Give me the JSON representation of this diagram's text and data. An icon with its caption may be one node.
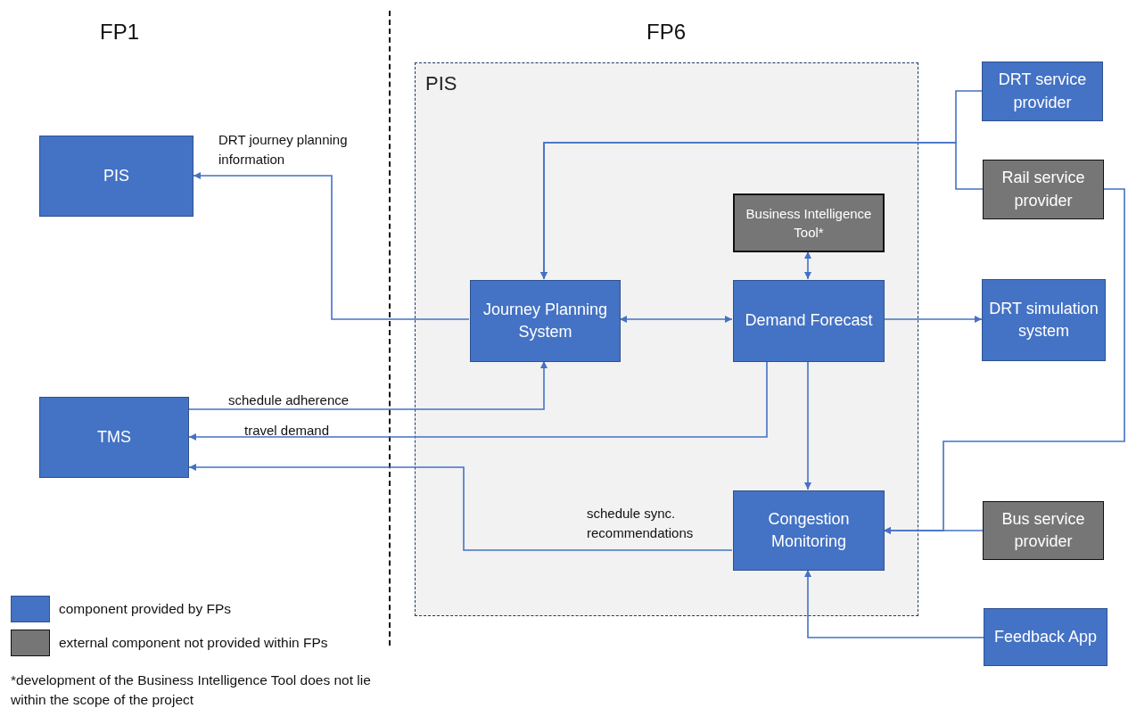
{
  "diagram": {
    "nodes": [
      {
        "text": [
          "PIS"
        ]
      },
      {
        "text": [
          "PIS"
        ]
      },
      {
        "text": [
          "TMS"
        ]
      },
      {
        "text": [
          "Journey Planning System"
        ],
        "in": 0
      },
      {
        "text": [
          "Business Intelligence Tool*"
        ],
        "in": 0
      },
      {
        "text": [
          "Demand Forecast"
        ],
        "in": 0
      },
      {
        "text": [
          "Congestion Monitoring"
        ],
        "in": 0
      },
      {
        "text": [
          "DRT service provider"
        ]
      },
      {
        "text": [
          "Rail service provider"
        ]
      },
      {
        "text": [
          "DRT simulation system"
        ]
      },
      {
        "text": [
          "Bus service provider"
        ]
      },
      {
        "text": [
          "Feedback App"
        ]
      }
    ],
    "edges": [
      {
        "from": 3,
        "to": 1,
        "arrow": "to",
        "label": "DRT journey planning information"
      },
      {
        "from": 7,
        "to": 3,
        "arrow": "to"
      },
      {
        "from": 8,
        "to": 3,
        "arrow": "to"
      },
      {
        "from": 5,
        "to": 4,
        "arrow": "both"
      },
      {
        "from": 3,
        "to": 5,
        "arrow": "both"
      },
      {
        "from": 5,
        "to": 9,
        "arrow": "to"
      },
      {
        "from": 2,
        "to": 3,
        "arrow": "to",
        "label": "schedule adherence"
      },
      {
        "from": 5,
        "to": 2,
        "arrow": "to",
        "label": "travel demand"
      },
      {
        "from": 5,
        "to": 6,
        "arrow": "to"
      },
      {
        "from": 6,
        "to": 2,
        "arrow": "to",
        "label": "schedule sync. recommendations"
      },
      {
        "from": 8,
        "to": 6,
        "arrow": "to"
      },
      {
        "from": 10,
        "to": 6,
        "arrow": "to"
      },
      {
        "from": 11,
        "to": 6,
        "arrow": "to"
      }
    ],
    "labels": [
      "FP1",
      "FP6",
      "*development of the Business Intelligence Tool does not lie within the scope of the project"
    ],
    "legend": [
      {
        "text": "component provided by FPs",
        "color": "#4472c4"
      },
      {
        "text": "external component not provided within FPs",
        "color": "#767676"
      }
    ]
  }
}
